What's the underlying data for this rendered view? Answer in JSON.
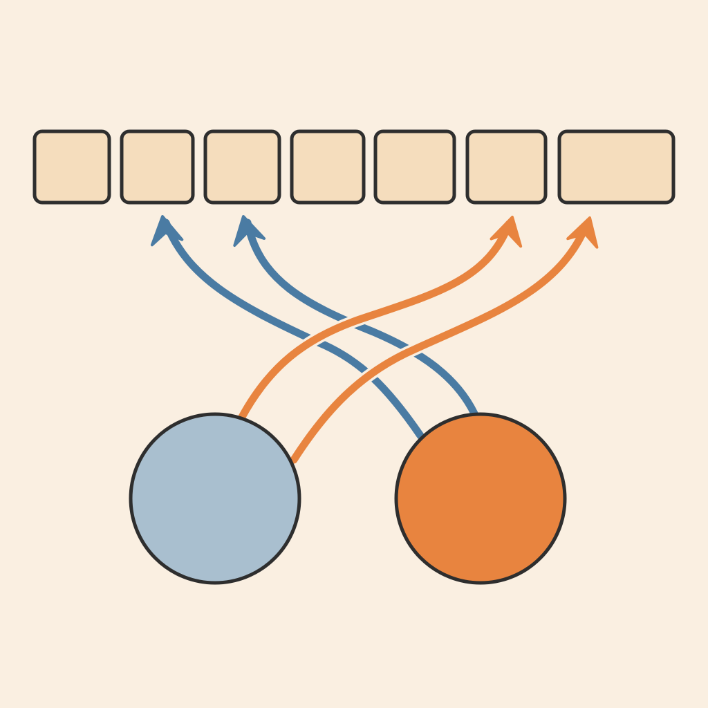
{
  "colors": {
    "background": "#FAEFE1",
    "slot_fill": "#F5DDBD",
    "outline": "#2E2E2E",
    "blue": "#4A7BA3",
    "blue_light": "#A9BFCF",
    "orange": "#E8843F"
  },
  "diagram": {
    "slots": [
      {
        "id": "slot-1",
        "occupant": null
      },
      {
        "id": "slot-2",
        "occupant": "blue"
      },
      {
        "id": "slot-3",
        "occupant": "blue"
      },
      {
        "id": "slot-4",
        "occupant": null
      },
      {
        "id": "slot-5",
        "occupant": null
      },
      {
        "id": "slot-6",
        "occupant": "orange"
      },
      {
        "id": "slot-7",
        "occupant": "orange"
      }
    ],
    "nodes": [
      {
        "id": "node-blue",
        "color": "blue_light"
      },
      {
        "id": "node-orange",
        "color": "orange"
      }
    ],
    "arrows": [
      {
        "id": "arrow-blue-1",
        "from": "node-orange",
        "to": "slot-2",
        "color": "blue"
      },
      {
        "id": "arrow-blue-2",
        "from": "node-orange",
        "to": "slot-3",
        "color": "blue"
      },
      {
        "id": "arrow-orange-1",
        "from": "node-blue",
        "to": "slot-6",
        "color": "orange"
      },
      {
        "id": "arrow-orange-2",
        "from": "node-blue",
        "to": "slot-7",
        "color": "orange"
      }
    ]
  }
}
